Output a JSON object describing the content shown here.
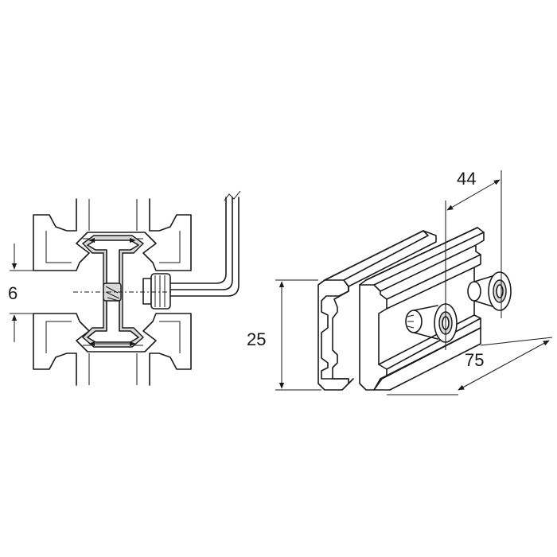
{
  "dimensions": {
    "gap": "6",
    "height": "25",
    "spacing": "44",
    "length": "75"
  },
  "colors": {
    "line": "#1a1a1a",
    "shade": "#d9d9d9",
    "background": "#ffffff"
  }
}
